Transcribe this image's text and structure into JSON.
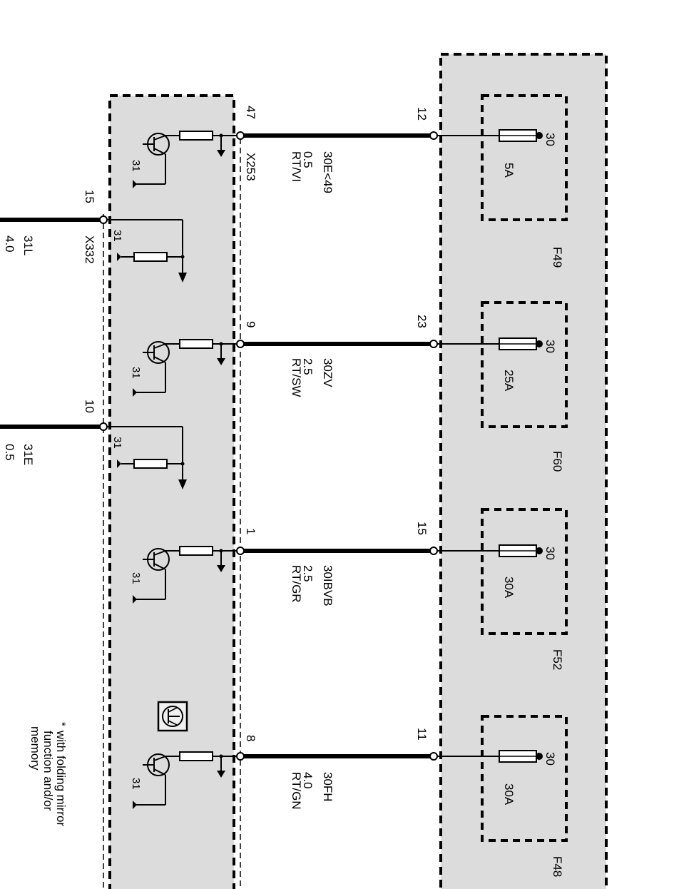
{
  "fuses": [
    {
      "id": "F49",
      "rating": "5A",
      "terminal": "30",
      "pin": "12"
    },
    {
      "id": "F60",
      "rating": "25A",
      "terminal": "30",
      "pin": "23"
    },
    {
      "id": "F52",
      "rating": "30A",
      "terminal": "30",
      "pin": "15"
    },
    {
      "id": "F48",
      "rating": "30A",
      "terminal": "30",
      "pin": "11"
    }
  ],
  "wires": [
    {
      "pin": "47",
      "signal": "30E<49",
      "gauge": "0.5",
      "color": "RT/VI",
      "connector": "X253"
    },
    {
      "pin": "9",
      "signal": "30ZV",
      "gauge": "2.5",
      "color": "RT/SW"
    },
    {
      "pin": "1",
      "signal": "30IBVB",
      "gauge": "2.5",
      "color": "RT/GR"
    },
    {
      "pin": "8",
      "signal": "30FH",
      "gauge": "4.0",
      "color": "RT/GN"
    }
  ],
  "grounds": [
    {
      "pin": "15",
      "signal": "31L",
      "gauge": "4.0",
      "connector": "X332"
    },
    {
      "pin": "10",
      "signal": "31E",
      "gauge": "0.5"
    }
  ],
  "ground_terminal": "31",
  "note": {
    "marker": "*",
    "lines": [
      "with folding mirror",
      "function and/or",
      "memory"
    ]
  }
}
